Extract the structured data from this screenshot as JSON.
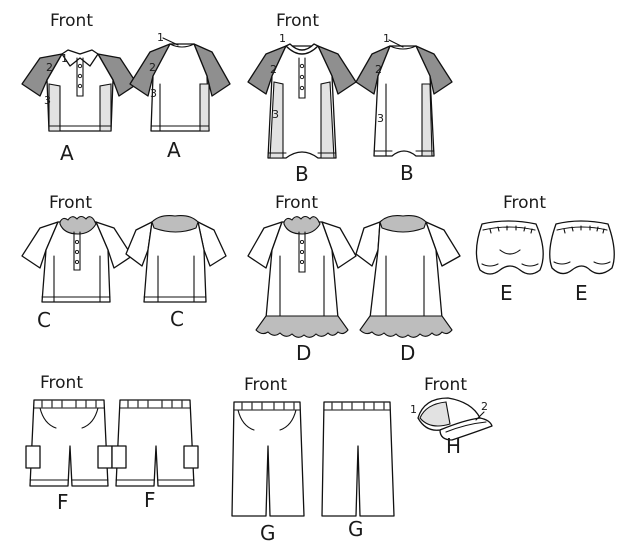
{
  "front_label": "Front",
  "views": {
    "a": "A",
    "b": "B",
    "c": "C",
    "d": "D",
    "e": "E",
    "f": "F",
    "g": "G",
    "h": "H"
  },
  "piece_numbers": {
    "one": "1",
    "two": "2",
    "three": "3"
  },
  "colors": {
    "sleeve": "#8f8f8f",
    "side_panel": "#e2e2e2",
    "ruffle": "#bdbdbd",
    "outline": "#111111"
  }
}
